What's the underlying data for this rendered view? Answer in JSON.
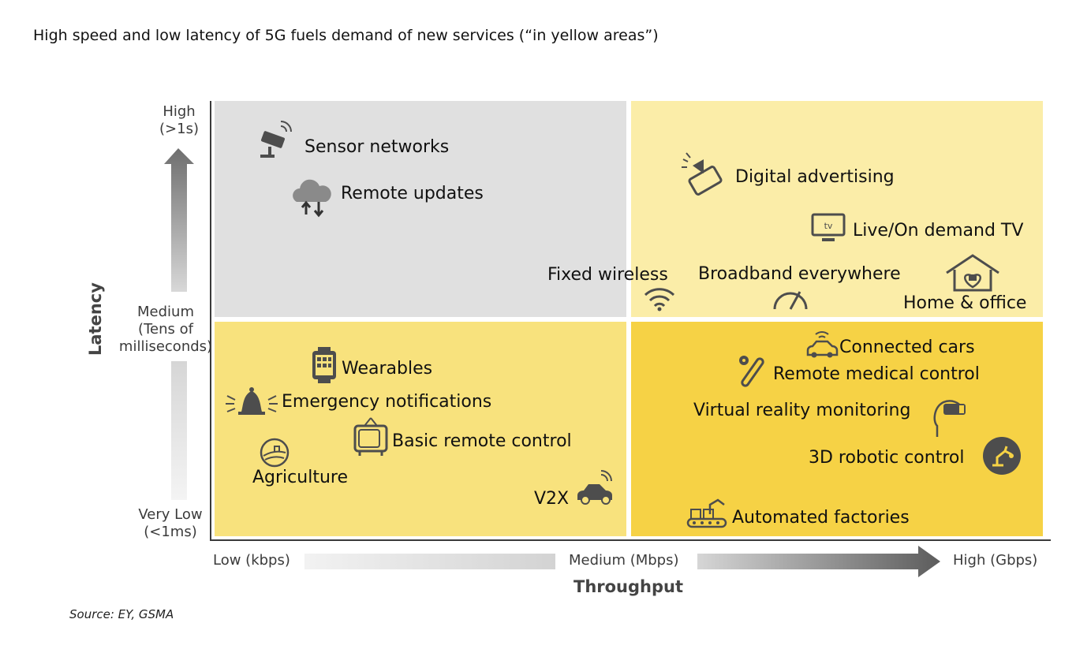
{
  "title": "High speed and low latency of 5G fuels demand of new services (“in yellow areas”)",
  "source": "Source: EY, GSMA",
  "y_axis": {
    "title": "Latency",
    "high": "High\n(>1s)",
    "medium": "Medium\n(Tens of\nmilliseconds)",
    "low": "Very Low\n(<1ms)"
  },
  "x_axis": {
    "title": "Throughput",
    "low": "Low (kbps)",
    "medium": "Medium (Mbps)",
    "high": "High (Gbps)"
  },
  "colors": {
    "grey_quadrant": "#e0e0e0",
    "light_yellow": "#fbeda8",
    "mid_yellow": "#f8e27d",
    "dark_yellow": "#f6d245",
    "icon_grey": "#4d4d4d"
  },
  "services": {
    "sensor_networks": "Sensor networks",
    "remote_updates": "Remote updates",
    "digital_advertising": "Digital advertising",
    "live_tv": "Live/On demand TV",
    "fixed_wireless": "Fixed wireless",
    "broadband_everywhere": "Broadband everywhere",
    "home_office": "Home & office",
    "wearables": "Wearables",
    "emergency_notifications": "Emergency notifications",
    "basic_remote_control": "Basic remote control",
    "agriculture": "Agriculture",
    "v2x": "V2X",
    "connected_cars": "Connected cars",
    "remote_medical_control": "Remote medical control",
    "virtual_reality_monitoring": "Virtual reality monitoring",
    "robotic_control": "3D robotic control",
    "automated_factories": "Automated factories"
  },
  "icons": {
    "tv_text": "tv"
  }
}
